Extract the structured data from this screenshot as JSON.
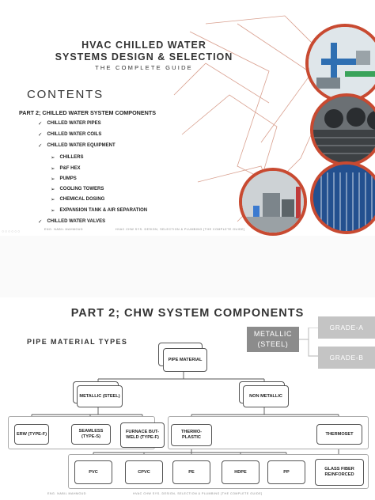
{
  "slide1": {
    "title_line1": "HVAC CHILLED WATER",
    "title_line2": "SYSTEMS DESIGN & SELECTION",
    "title_line3": "THE COMPLETE GUIDE",
    "contents_heading": "CONTENTS",
    "part_heading": "PART 2; CHILLED WATER SYSTEM COMPONENTS",
    "items": [
      {
        "marker": "✓",
        "label": "CHILLED WATER PIPES"
      },
      {
        "marker": "✓",
        "label": "CHILLED WATER COILS"
      },
      {
        "marker": "✓",
        "label": "CHILLED WATER EQUIPMENT"
      },
      {
        "marker": "➢",
        "label": "CHILLERS"
      },
      {
        "marker": "➢",
        "label": "P&F HEX"
      },
      {
        "marker": "➢",
        "label": "PUMPS"
      },
      {
        "marker": "➢",
        "label": "COOLING TOWERS"
      },
      {
        "marker": "➢",
        "label": "CHEMICAL DOSING"
      },
      {
        "marker": "➢",
        "label": "EXPANSION TANK & AIR SEPARATION"
      },
      {
        "marker": "✓",
        "label": "CHILLED WATER VALVES"
      }
    ],
    "footer_left": "ENG. NABIL MAHMOUD",
    "footer_center": "HVAC CHW SYS. DESIGN, SELECTION & PLUMBING [THE COMPLETE GUIDE]",
    "accent_color": "#c84a31"
  },
  "slide2": {
    "title": "PART 2; CHW SYSTEM COMPONENTS",
    "subtitle": "PIPE MATERIAL TYPES",
    "nodes": {
      "pipe_material": "PIPE MATERIAL",
      "metallic": "METALLIC (STEEL)",
      "non_metallic": "NON METALLIC",
      "erw": "ERW (TYPE-F)",
      "seamless": "SEAMLESS (TYPE-S)",
      "furnace": "FURNACE BUT-WELD (TYPE-F)",
      "thermoplastic": "THERMO- PLASTIC",
      "thermoset": "THERMOSET",
      "pvc": "PVC",
      "cpvc": "CPVC",
      "pe": "PE",
      "hdpe": "HDPE",
      "pp": "PP",
      "glass_fiber": "GLASS FIBER REINFORCED"
    },
    "side_panel": {
      "metallic": "METALLIC (STEEL)",
      "grade_a": "GRADE-A",
      "grade_b": "GRADE-B"
    },
    "footer_left": "ENG. NABIL MAHMOUD",
    "footer_center": "HVAC CHW SYS. DESIGN, SELECTION & PLUMBING [THE COMPLETE GUIDE]",
    "panel_color_dark": "#8c8c8c",
    "panel_color_light": "#c4c4c4"
  }
}
